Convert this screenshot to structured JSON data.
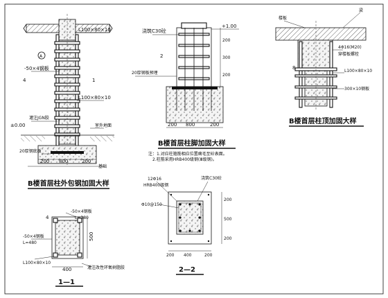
{
  "elevation_detail": {
    "title": "B楼首层柱外包钢加固大样",
    "angle_top": "L100×80×10",
    "batten_label": "-50×4钢板",
    "angle_mid": "L100×80×10",
    "zero_level": "±0.00",
    "grout_label": "灌注JGN胶",
    "outdoor_label": "室外地面",
    "base_plate": "20厚钢底板",
    "dim_left": "200",
    "dim_mid": "800",
    "dim_right": "200",
    "bed_label": "基础",
    "section_mark": "1",
    "marker_a": "A",
    "marker_4": "4"
  },
  "base_detail": {
    "title": "B楼首层柱脚加固大样",
    "top_label": "浇筑C30砼",
    "level_label": "+1.00",
    "left_num": "2",
    "plate_label": "20厚钢板预埋",
    "dims_v": [
      "200",
      "300",
      "200"
    ],
    "dims_h": [
      "200",
      "800",
      "200"
    ],
    "note_1": "注：1.对应柱箍筋相应位置凿毛至砼表面。",
    "note_2": "2.柱筋采用HRB400级钢(Ⅲ级钢)。"
  },
  "top_detail": {
    "title": "B楼首层柱顶加固大样",
    "slab_label": "楼板",
    "beam_label": "梁",
    "bolt_label": "4Φ16(M20)",
    "plate_label": "穿楼板螺栓",
    "angle_label": "L100×80×10",
    "batten_label": "300×10钢板",
    "marker": "8"
  },
  "section_1": {
    "title": "1—1",
    "angle_a": "-50×4钢板",
    "angle_b": "L=380",
    "angle_c": "-50×4钢板",
    "angle_d": "L=480",
    "corner_angle": "L100×80×10",
    "dim_bottom": "400",
    "dim_right": "500",
    "note": "灌注改性环氧树脂胶",
    "marker": "4"
  },
  "section_2": {
    "title": "2—2",
    "top_left_a": "12Φ16",
    "top_left_b": "HRB400级钢",
    "top_right": "浇筑C30砼",
    "stirrup": "Φ10@150",
    "dims_h": [
      "200",
      "400",
      "200"
    ],
    "dims_v": [
      "200",
      "500",
      "200"
    ]
  }
}
